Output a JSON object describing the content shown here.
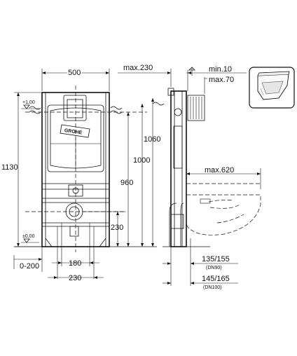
{
  "dimensions": {
    "width_500": "500",
    "max_230": "max.230",
    "min_10": "min.10",
    "max_70": "max.70",
    "height_1130": "1130",
    "height_1060": "1060",
    "height_1000": "1000",
    "height_960": "960",
    "max_620": "max.620",
    "dim_230_right": "230",
    "plus_1": "+1,00",
    "plus_0": "±0,00",
    "range_0_200": "0-200",
    "dim_180": "180",
    "dim_230_bottom": "230",
    "dim_135_155": "135/155",
    "dn90": "(DN90)",
    "dim_145_165": "145/165",
    "dn100": "(DN100)"
  },
  "brand": {
    "logo_text": "GROHE"
  },
  "icons": [
    "toilet-thumbnail-icon",
    "level-marker-icon"
  ]
}
